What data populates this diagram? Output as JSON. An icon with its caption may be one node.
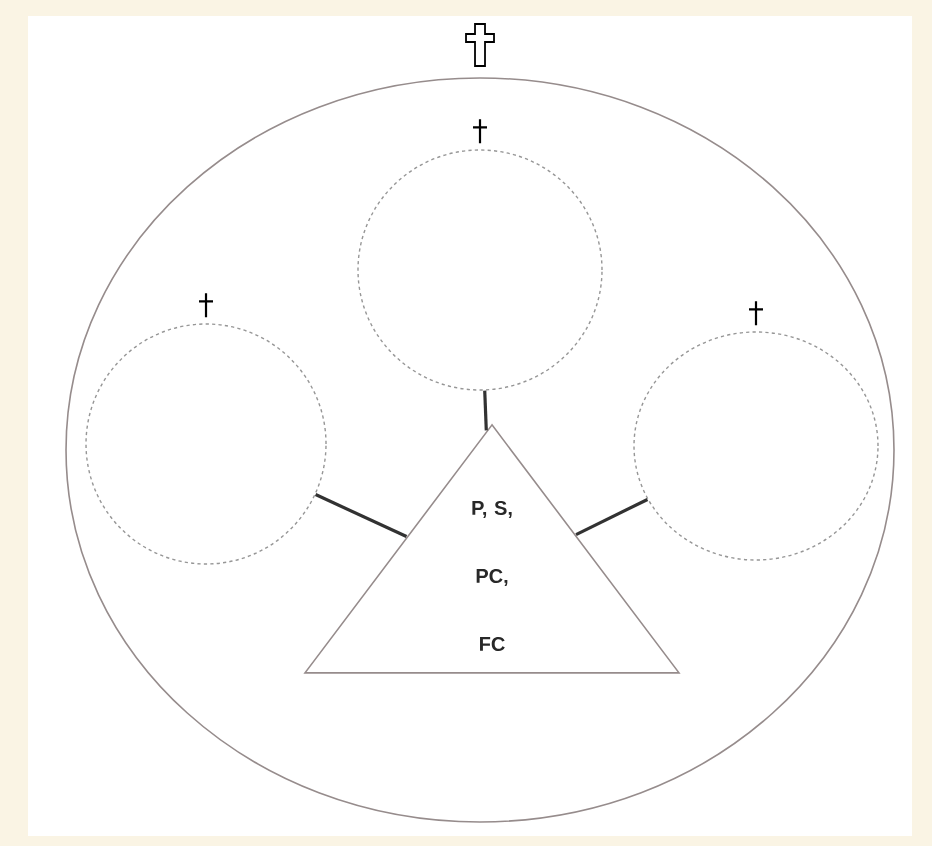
{
  "diagram": {
    "nodes": [
      {
        "text": [],
        "shape": "circle"
      },
      {
        "text": [],
        "shape": "circle",
        "in": 0
      },
      {
        "text": [],
        "shape": "circle",
        "in": 0
      },
      {
        "text": [],
        "shape": "circle",
        "in": 0
      },
      {
        "text": [
          "P, S, PC, FC"
        ],
        "in": 0
      }
    ],
    "edges": [
      {
        "from": 4,
        "to": 1,
        "arrow": "none"
      },
      {
        "from": 4,
        "to": 2,
        "arrow": "none"
      },
      {
        "from": 4,
        "to": 3,
        "arrow": "none"
      }
    ]
  }
}
